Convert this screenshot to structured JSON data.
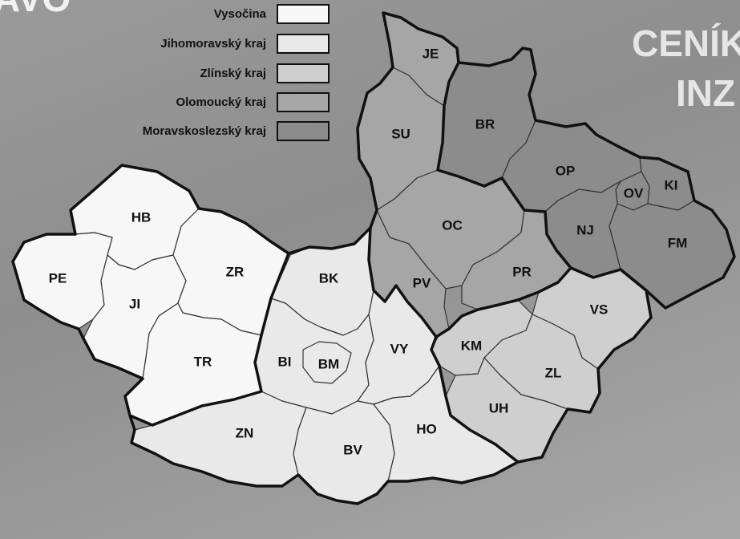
{
  "decorative_text": "AVO",
  "heading": {
    "line1": "CENÍK",
    "line2": "INZ"
  },
  "legend": [
    {
      "label": "Vysočina",
      "color": "#f7f7f7"
    },
    {
      "label": "Jihomoravský kraj",
      "color": "#e9e9e9"
    },
    {
      "label": "Zlínský kraj",
      "color": "#cfcfcf"
    },
    {
      "label": "Olomoucký kraj",
      "color": "#a6a6a6"
    },
    {
      "label": "Moravskoslezský kraj",
      "color": "#8c8c8c"
    }
  ],
  "districts": [
    {
      "code": "HB",
      "region": "Vysočina"
    },
    {
      "code": "PE",
      "region": "Vysočina"
    },
    {
      "code": "JI",
      "region": "Vysočina"
    },
    {
      "code": "ZR",
      "region": "Vysočina"
    },
    {
      "code": "TR",
      "region": "Vysočina"
    },
    {
      "code": "BK",
      "region": "Jihomoravský kraj"
    },
    {
      "code": "BI",
      "region": "Jihomoravský kraj"
    },
    {
      "code": "BM",
      "region": "Jihomoravský kraj"
    },
    {
      "code": "VY",
      "region": "Jihomoravský kraj"
    },
    {
      "code": "ZN",
      "region": "Jihomoravský kraj"
    },
    {
      "code": "BV",
      "region": "Jihomoravský kraj"
    },
    {
      "code": "HO",
      "region": "Jihomoravský kraj"
    },
    {
      "code": "KM",
      "region": "Zlínský kraj"
    },
    {
      "code": "VS",
      "region": "Zlínský kraj"
    },
    {
      "code": "ZL",
      "region": "Zlínský kraj"
    },
    {
      "code": "UH",
      "region": "Zlínský kraj"
    },
    {
      "code": "JE",
      "region": "Olomoucký kraj"
    },
    {
      "code": "SU",
      "region": "Olomoucký kraj"
    },
    {
      "code": "OC",
      "region": "Olomoucký kraj"
    },
    {
      "code": "PV",
      "region": "Olomoucký kraj"
    },
    {
      "code": "PR",
      "region": "Olomoucký kraj"
    },
    {
      "code": "BR",
      "region": "Moravskoslezský kraj"
    },
    {
      "code": "OP",
      "region": "Moravskoslezský kraj"
    },
    {
      "code": "OV",
      "region": "Moravskoslezský kraj"
    },
    {
      "code": "KI",
      "region": "Moravskoslezský kraj"
    },
    {
      "code": "NJ",
      "region": "Moravskoslezský kraj"
    },
    {
      "code": "FM",
      "region": "Moravskoslezský kraj"
    }
  ]
}
